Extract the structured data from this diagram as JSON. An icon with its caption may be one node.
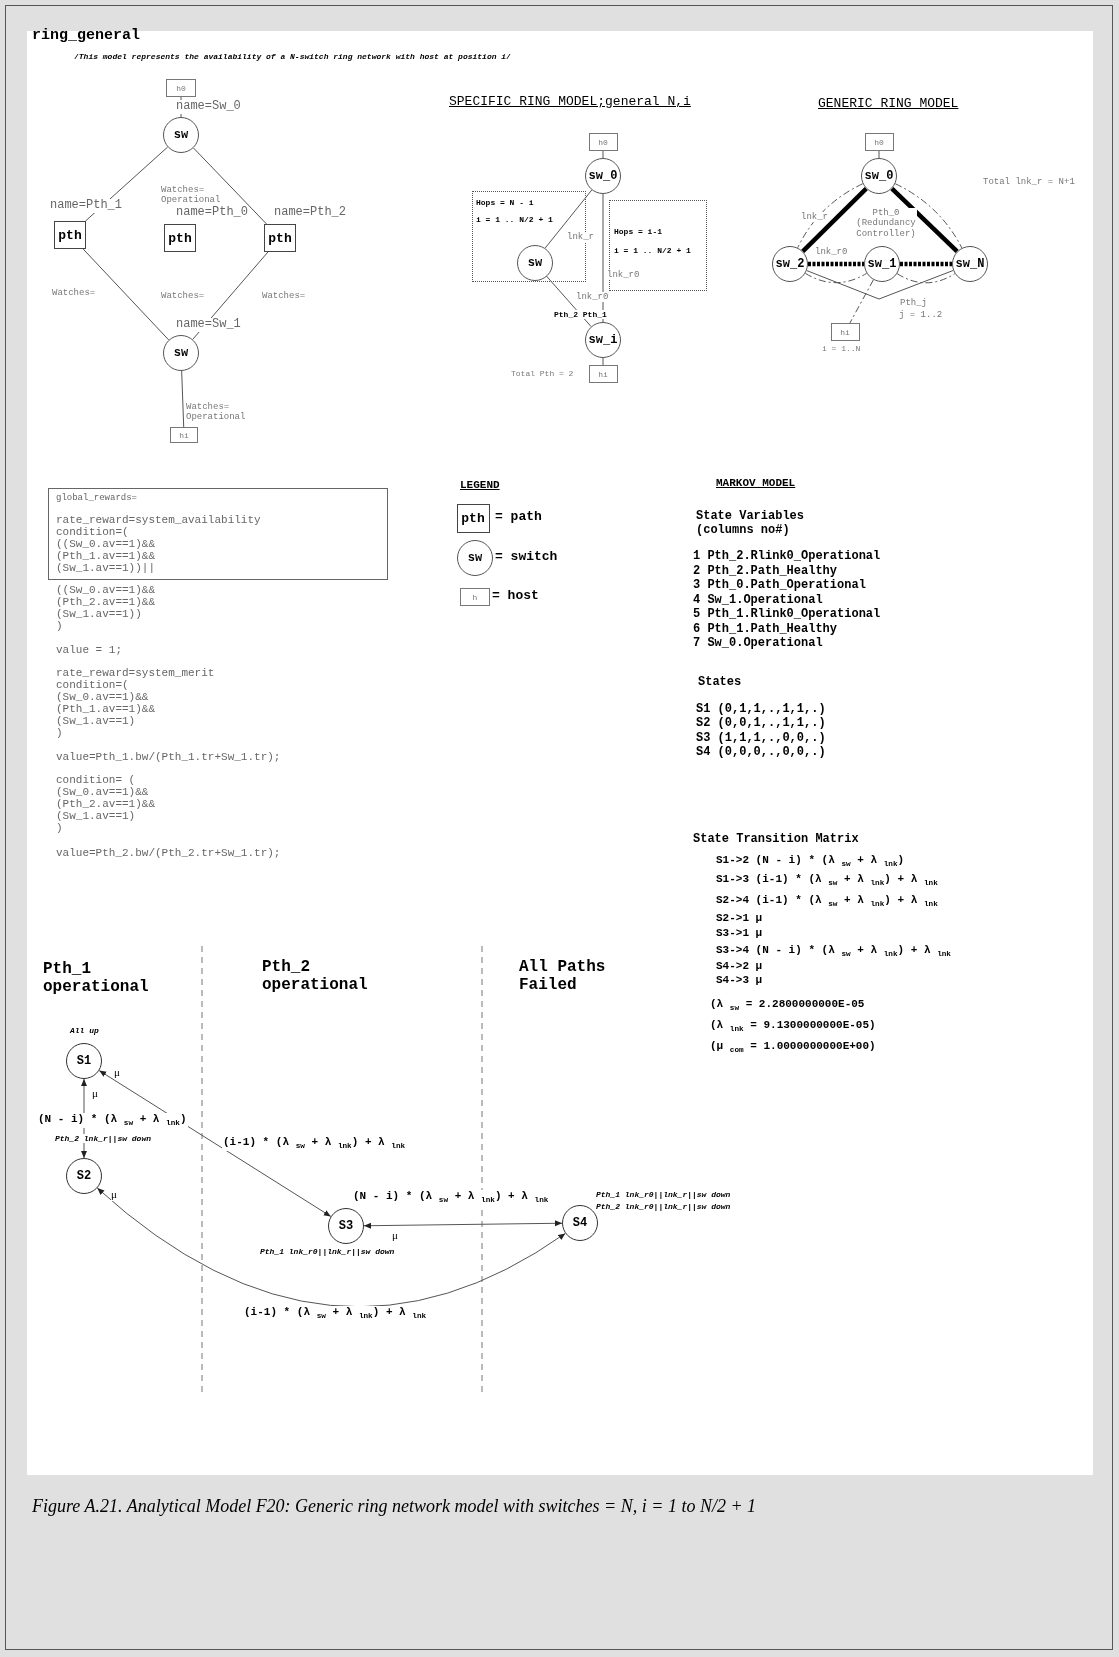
{
  "diagram": {
    "title": "ring_general",
    "caption": "Figure A.21. Analytical Model F20: Generic ring network model with switches = N, i = 1 to N/2 + 1",
    "nodes": [
      {
        "text": [
          "h0"
        ]
      },
      {
        "text": [
          "sw"
        ],
        "beside": [
          "name=Sw_0"
        ]
      },
      {
        "text": [
          "pth"
        ],
        "beside": [
          "name=Pth_1"
        ]
      },
      {
        "text": [
          "pth"
        ],
        "beside": [
          "name=Pth_0"
        ]
      },
      {
        "text": [
          "pth"
        ],
        "beside": [
          "name=Pth_2"
        ]
      },
      {
        "text": [
          "sw"
        ],
        "beside": [
          "name=Sw_1"
        ]
      },
      {
        "text": [
          "hi"
        ]
      },
      {
        "text": [
          "h0"
        ]
      },
      {
        "text": [
          "sw_0"
        ]
      },
      {
        "text": [
          "Hops = N - i",
          "i = 1 .. N/2 + 1"
        ]
      },
      {
        "text": [
          "sw"
        ],
        "in": 9
      },
      {
        "text": [
          "Hops = i-1",
          "i = 1 .. N/2 + 1"
        ]
      },
      {
        "text": [
          "sw_i"
        ]
      },
      {
        "text": [
          "hi"
        ],
        "beside": [
          "Total Pth = 2"
        ]
      },
      {
        "text": [
          "h0"
        ]
      },
      {
        "text": [
          "sw_0"
        ]
      },
      {
        "text": [
          "sw_2"
        ]
      },
      {
        "text": [
          "sw_1"
        ]
      },
      {
        "text": [
          "sw_N"
        ]
      },
      {
        "text": [
          "hi"
        ],
        "beside": [
          "i = 1..N"
        ]
      },
      {
        "text": [
          "global_rewards=",
          "rate_reward=system_availability",
          "condition=(",
          "((Sw_0.av==1)&&",
          "(Pth_1.av==1)&&",
          "(Sw_1.av==1))||"
        ]
      },
      {
        "text": [
          "pth"
        ],
        "beside": [
          "= path"
        ]
      },
      {
        "text": [
          "sw"
        ],
        "beside": [
          "= switch"
        ]
      },
      {
        "text": [
          "h"
        ],
        "beside": [
          "= host"
        ]
      },
      {
        "text": [
          "S1"
        ],
        "beside": [
          "All up"
        ]
      },
      {
        "text": [
          "S2"
        ],
        "beside": [
          "Pth_2 lnk_r||sw down"
        ]
      },
      {
        "text": [
          "S3"
        ],
        "beside": [
          "Pth_1 lnk_r0||lnk_r||sw down"
        ]
      },
      {
        "text": [
          "S4"
        ],
        "beside": [
          "Pth_1 lnk_r0||lnk_r||sw down",
          "Pth_2 lnk_r0||lnk_r||sw down"
        ]
      }
    ],
    "edges": [
      {
        "from": 0,
        "to": 1,
        "arrow": "none"
      },
      {
        "from": 1,
        "to": 2,
        "arrow": "none"
      },
      {
        "from": 1,
        "to": 4,
        "arrow": "none"
      },
      {
        "from": 2,
        "to": 5,
        "arrow": "none"
      },
      {
        "from": 4,
        "to": 5,
        "arrow": "none"
      },
      {
        "from": 5,
        "to": 6,
        "arrow": "none"
      },
      {
        "from": 7,
        "to": 8,
        "arrow": "none"
      },
      {
        "from": 8,
        "to": 10,
        "arrow": "none",
        "label": "lnk_r"
      },
      {
        "from": 10,
        "to": 12,
        "arrow": "none",
        "label": "lnk_r0"
      },
      {
        "from": 8,
        "to": 12,
        "arrow": "none",
        "label": "lnk_r0"
      },
      {
        "from": 12,
        "to": 13,
        "arrow": "none"
      },
      {
        "from": 14,
        "to": 15,
        "arrow": "none"
      },
      {
        "from": 15,
        "to": 16,
        "arrow": "none",
        "style": "thick"
      },
      {
        "from": 15,
        "to": 18,
        "arrow": "none",
        "style": "thick"
      },
      {
        "from": 16,
        "to": 17,
        "arrow": "none",
        "style": "dashed",
        "label": "lnk_r0"
      },
      {
        "from": 17,
        "to": 18,
        "arrow": "none",
        "style": "dashed"
      },
      {
        "from": 15,
        "to": 16,
        "arrow": "none",
        "style": "dashed",
        "label": "lnk_r"
      },
      {
        "from": 15,
        "to": 18,
        "arrow": "none",
        "style": "dashed"
      },
      {
        "from": 16,
        "to": 17,
        "arrow": "none",
        "style": "dashed"
      },
      {
        "from": 17,
        "to": 18,
        "arrow": "none",
        "style": "dashed"
      },
      {
        "from": 16,
        "to": 18,
        "arrow": "none",
        "label": "Pth_j"
      },
      {
        "from": 17,
        "to": 19,
        "arrow": "none",
        "style": "dashed"
      },
      {
        "from": 24,
        "to": 25,
        "arrow": "both",
        "label": "(N - i) * (λ $_{sw}$ + λ $_{lnk}$)"
      },
      {
        "from": 24,
        "to": 26,
        "arrow": "both",
        "label": "(i-1) * (λ $_{sw}$ + λ $_{lnk}$) + λ $_{lnk}$"
      },
      {
        "from": 26,
        "to": 27,
        "arrow": "both",
        "label": "(N - i) * (λ $_{sw}$ + λ $_{lnk}$) + λ $_{lnk}$"
      },
      {
        "from": 25,
        "to": 27,
        "arrow": "both",
        "label": "(i-1) * (λ $_{sw}$ + λ $_{lnk}$) + λ $_{lnk}$"
      }
    ],
    "labels": [
      "/*This model represents the availability of a N-switch ring network with host at position i*/",
      "SPECIFIC RING MODEL;general N,i",
      "GENERIC RING MODEL",
      "Total lnk_r = N+1",
      "Watches= Operational",
      "Pth_0 (Redundancy Controller)",
      "Watches=",
      "Watches=",
      "Watches=",
      "j = 1..2",
      "Pth_2 Pth_1",
      "Watches= Operational",
      "LEGEND",
      "MARKOV MODEL",
      "State Variables (columns no#)",
      "1 Pth_2.Rlink0_Operational",
      "2 Pth_2.Path_Healthy",
      "3 Pth_0.Path_Operational",
      "4 Sw_1.Operational",
      "5 Pth_1.Rlink0_Operational",
      "6 Pth_1.Path_Healthy",
      "7 Sw_0.Operational",
      "States",
      "S1 (0,1,1,.,1,1,.)",
      "S2 (0,0,1,.,1,1,.)",
      "S3 (1,1,1,.,0,0,.)",
      "S4 (0,0,0,.,0,0,.)",
      "State Transition Matrix",
      "S1->2 (N - i) * (λ $_{sw}$ + λ $_{lnk}$)",
      "S1->3 (i-1) * (λ $_{sw}$ + λ $_{lnk}$) + λ $_{lnk}$",
      "S2->4 (i-1) * (λ $_{sw}$ + λ $_{lnk}$) + λ $_{lnk}$",
      "S2->1 μ",
      "S3->1 μ",
      "S3->4 (N - i) * (λ $_{sw}$ + λ $_{lnk}$) + λ $_{lnk}$",
      "S4->2 μ",
      "S4->3 μ",
      "(λ $_{sw}$ = 2.2800000000E-05",
      "(λ $_{lnk}$ = 9.1300000000E-05)",
      "(μ $_{com}$ = 1.0000000000E+00)",
      "((Sw_0.av==1)&&",
      "(Pth_2.av==1)&&",
      "(Sw_1.av==1))",
      ")",
      "value = 1;",
      "rate_reward=system_merit",
      "condition=(",
      "(Sw_0.av==1)&&",
      "(Pth_1.av==1)&&",
      "(Sw_1.av==1)",
      ")",
      "value=Pth_1.bw/(Pth_1.tr+Sw_1.tr);",
      "condition= (",
      "(Sw_0.av==1)&&",
      "(Pth_2.av==1)&&",
      "(Sw_1.av==1)",
      ")",
      "value=Pth_2.bw/(Pth_2.tr+Sw_1.tr);",
      "Pth_1 operational",
      "Pth_2 operational",
      "All Paths Failed",
      "μ",
      "μ",
      "μ",
      "μ"
    ]
  }
}
